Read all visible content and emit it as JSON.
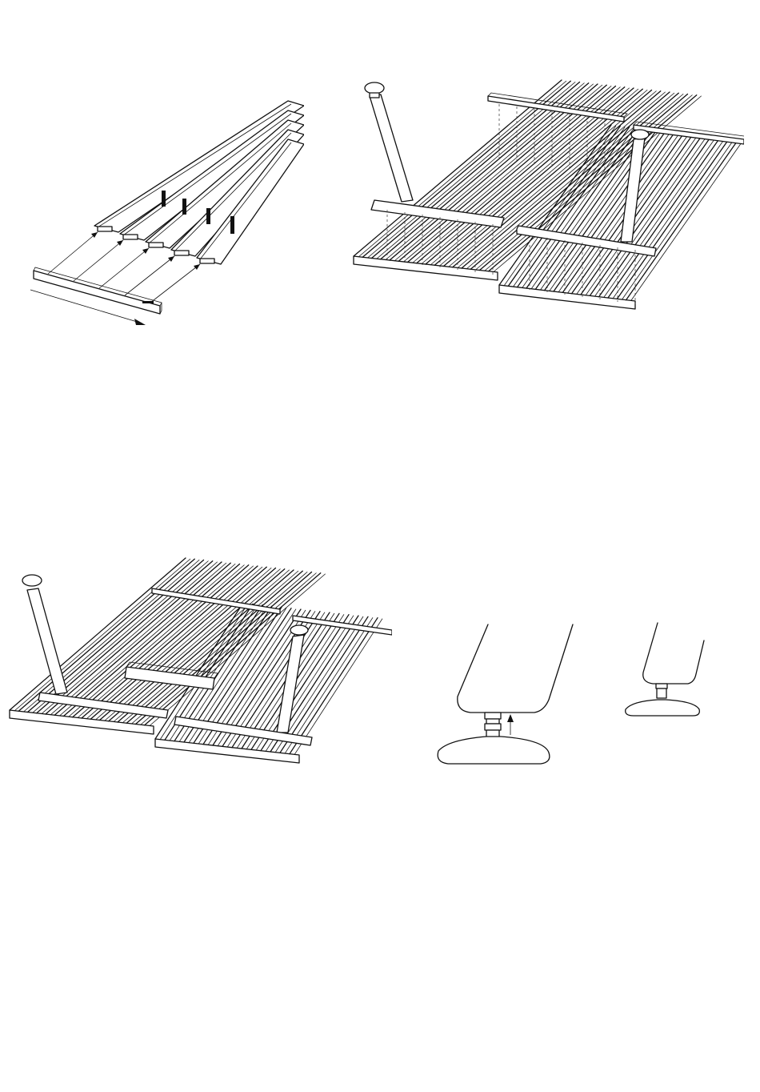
{
  "document": {
    "steps": [
      {
        "id": "step-1",
        "subject": "slats-end-cap-insertion"
      },
      {
        "id": "step-2",
        "subject": "leg-and-rail-attachment"
      },
      {
        "id": "step-3",
        "subject": "center-brace-attachment"
      },
      {
        "id": "step-4",
        "subject": "foot-glide-adjustment"
      }
    ],
    "colors": {
      "line": "#111111",
      "background": "#ffffff"
    }
  }
}
